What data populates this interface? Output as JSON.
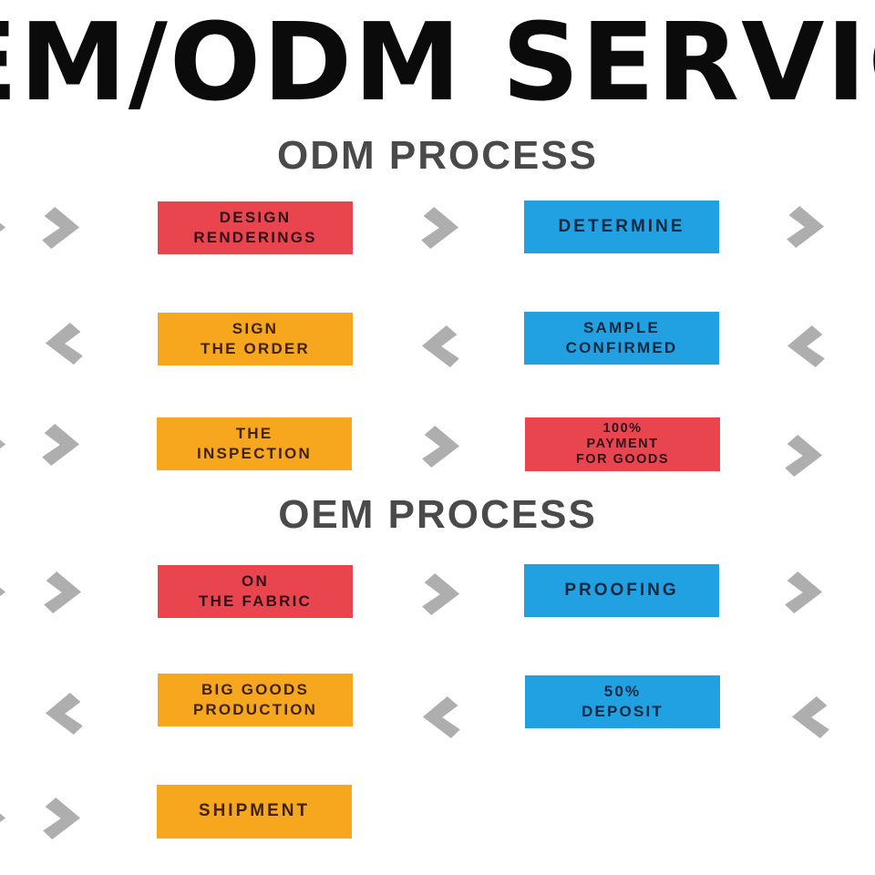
{
  "title": "OEM/ODM SERVICE",
  "colors": {
    "red": "#e9454f",
    "blue": "#21a1e1",
    "orange": "#f7a71e",
    "red-text": "#30111a",
    "blue-text": "#13283f",
    "orange-text": "#3f2208",
    "chevron": "#aeaeae",
    "heading": "#4a4a4a"
  },
  "icons": {
    "chevron_right": "chevron-right-icon",
    "chevron_left": "chevron-left-icon"
  },
  "odm": {
    "heading": "ODM PROCESS",
    "steps": [
      {
        "label": "DESIGN\nRENDERINGS",
        "color": "red"
      },
      {
        "label": "DETERMINE",
        "color": "blue"
      },
      {
        "label": "SIGN\nTHE ORDER",
        "color": "orange"
      },
      {
        "label": "SAMPLE\nCONFIRMED",
        "color": "blue"
      },
      {
        "label": "THE\nINSPECTION",
        "color": "orange"
      },
      {
        "label": "100%\nPAYMENT\nFOR GOODS",
        "color": "red"
      }
    ]
  },
  "oem": {
    "heading": "OEM PROCESS",
    "steps": [
      {
        "label": "ON\nTHE FABRIC",
        "color": "red"
      },
      {
        "label": "PROOFING",
        "color": "blue"
      },
      {
        "label": "BIG GOODS\nPRODUCTION",
        "color": "orange"
      },
      {
        "label": "50%\nDEPOSIT",
        "color": "blue"
      },
      {
        "label": "SHIPMENT",
        "color": "orange"
      }
    ]
  }
}
